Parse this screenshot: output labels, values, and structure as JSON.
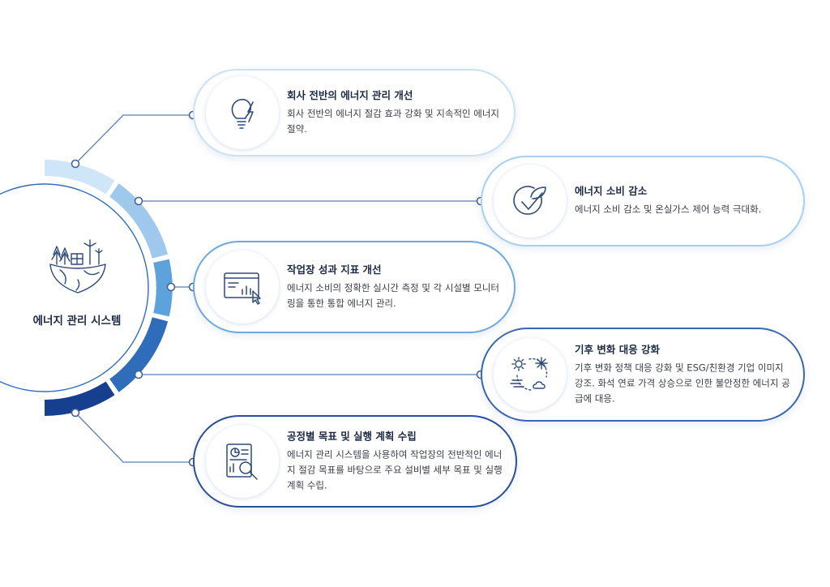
{
  "center": {
    "label": "에너지 관리 시스템",
    "icon": "eco-city-globe-icon"
  },
  "colors": {
    "segments": [
      "#cfe6f8",
      "#9fc9ec",
      "#5ea2dc",
      "#2f6dbb",
      "#173f8f"
    ],
    "borders": [
      "#c9e2f5",
      "#a9cfee",
      "#6ea9dc",
      "#3a67ad",
      "#2a4f99"
    ]
  },
  "items": [
    {
      "title": "회사 전반의 에너지 관리 개선",
      "desc": "회사 전반의 에너지 절감 효과 강화 및 지속적인 에너지 절약.",
      "icon": "lightbulb-bolt-icon"
    },
    {
      "title": "에너지 소비 감소",
      "desc": "에너지 소비 감소 및 온실가스 제어 능력 극대화.",
      "icon": "leaf-check-icon"
    },
    {
      "title": "작업장 성과 지표 개선",
      "desc": "에너지 소비의 정확한 실시간 측정 및 각 시설별 모니터링을 통한 통합 에너지 관리.",
      "icon": "dashboard-chart-icon"
    },
    {
      "title": "기후 변화 대응 강화",
      "desc": "기후 변화 정책 대응 강화 및 ESG/친환경 기업 이미지 강조. 화석 연료 가격 상승으로 인한 불안정한 에너지 공급에 대응.",
      "icon": "weather-cycle-icon"
    },
    {
      "title": "공정별 목표 및 실행 계획 수립",
      "desc": "에너지 관리 시스템을 사용하여 작업장의 전반적인 에너지 절감 목표를 바탕으로 주요 설비별 세부 목표 및 실행 계획 수립.",
      "icon": "report-magnifier-icon"
    }
  ]
}
